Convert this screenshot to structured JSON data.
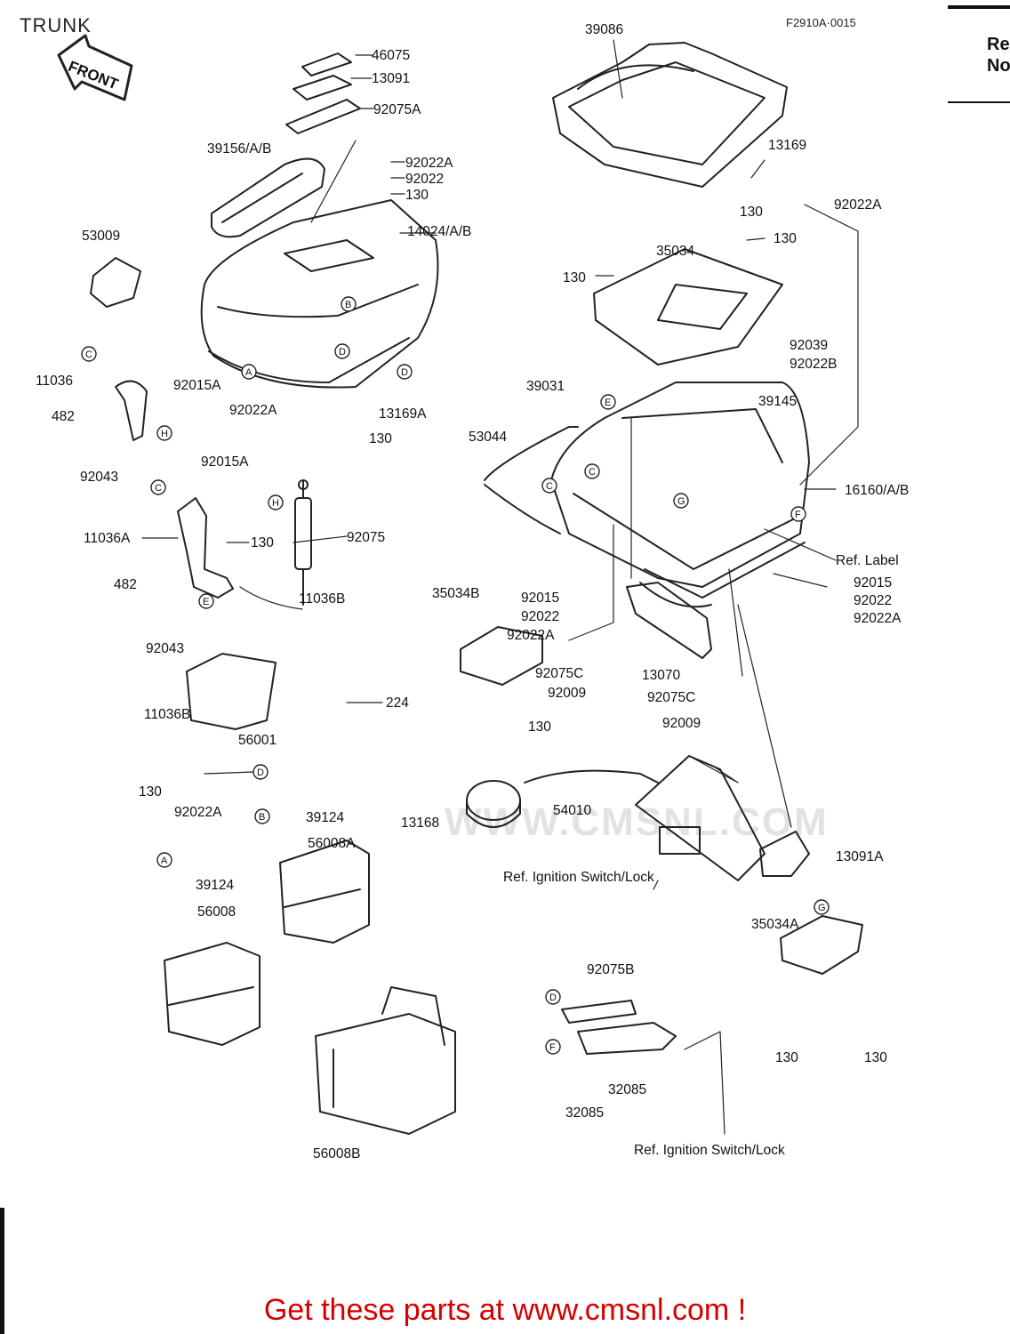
{
  "page": {
    "title": "TRUNK",
    "figure_code": "F2910A·0015",
    "banner": "Get these parts at www.cmsnl.com !",
    "watermark": "WWW.CMSNL.COM"
  },
  "front_arrow": "FRONT",
  "side_table": {
    "header_line1": "Re",
    "header_line2": "No"
  },
  "labels": {
    "p39086": "39086",
    "p46075": "46075",
    "p13091": "13091",
    "p92075A": "92075A",
    "p39156": "39156/A/B",
    "p92022A_1": "92022A",
    "p92022_1": "92022",
    "p130_1": "130",
    "p14024": "14024/A/B",
    "p53009": "53009",
    "p13169": "13169",
    "p130_2": "130",
    "p92022A_2": "92022A",
    "p130_3": "130",
    "p35034": "35034",
    "p130_4": "130",
    "p11036": "11036",
    "p92015A_1": "92015A",
    "p482_1": "482",
    "p92043_1": "92043",
    "p92022A_3": "92022A",
    "p13169A": "13169A",
    "p130_5": "130",
    "p92039": "92039",
    "p92022B": "92022B",
    "p39031": "39031",
    "p39145": "39145",
    "p53044": "53044",
    "p16160": "16160/A/B",
    "p92015A_2": "92015A",
    "p11036A": "11036A",
    "p130_6": "130",
    "p92075": "92075",
    "p482_2": "482",
    "p92043_2": "92043",
    "ref_label": "Ref. Label",
    "p92015_1": "92015",
    "p92022_2": "92022",
    "p92022A_4": "92022A",
    "p35034B": "35034B",
    "p92015_2": "92015",
    "p92022_3": "92022",
    "p92022A_5": "92022A",
    "p11036B_1": "11036B",
    "p92075C_1": "92075C",
    "p92009_1": "92009",
    "p13070": "13070",
    "p92075C_2": "92075C",
    "p224": "224",
    "p11036B_2": "11036B",
    "p56001": "56001",
    "p130_7": "130",
    "p92009_2": "92009",
    "p130_8": "130",
    "p92022A_6": "92022A",
    "p39124_1": "39124",
    "p56008A": "56008A",
    "p13168": "13168",
    "p54010": "54010",
    "p13091A": "13091A",
    "ref_ign_1": "Ref. Ignition Switch/Lock",
    "p39124_2": "39124",
    "p56008": "56008",
    "p92075B": "92075B",
    "p35034A": "35034A",
    "p32085_1": "32085",
    "p32085_2": "32085",
    "p130_9": "130",
    "p130_10": "130",
    "p56008B": "56008B",
    "ref_ign_2": "Ref. Ignition Switch/Lock"
  },
  "callouts": [
    "A",
    "B",
    "C",
    "D",
    "E",
    "F",
    "G",
    "H"
  ]
}
